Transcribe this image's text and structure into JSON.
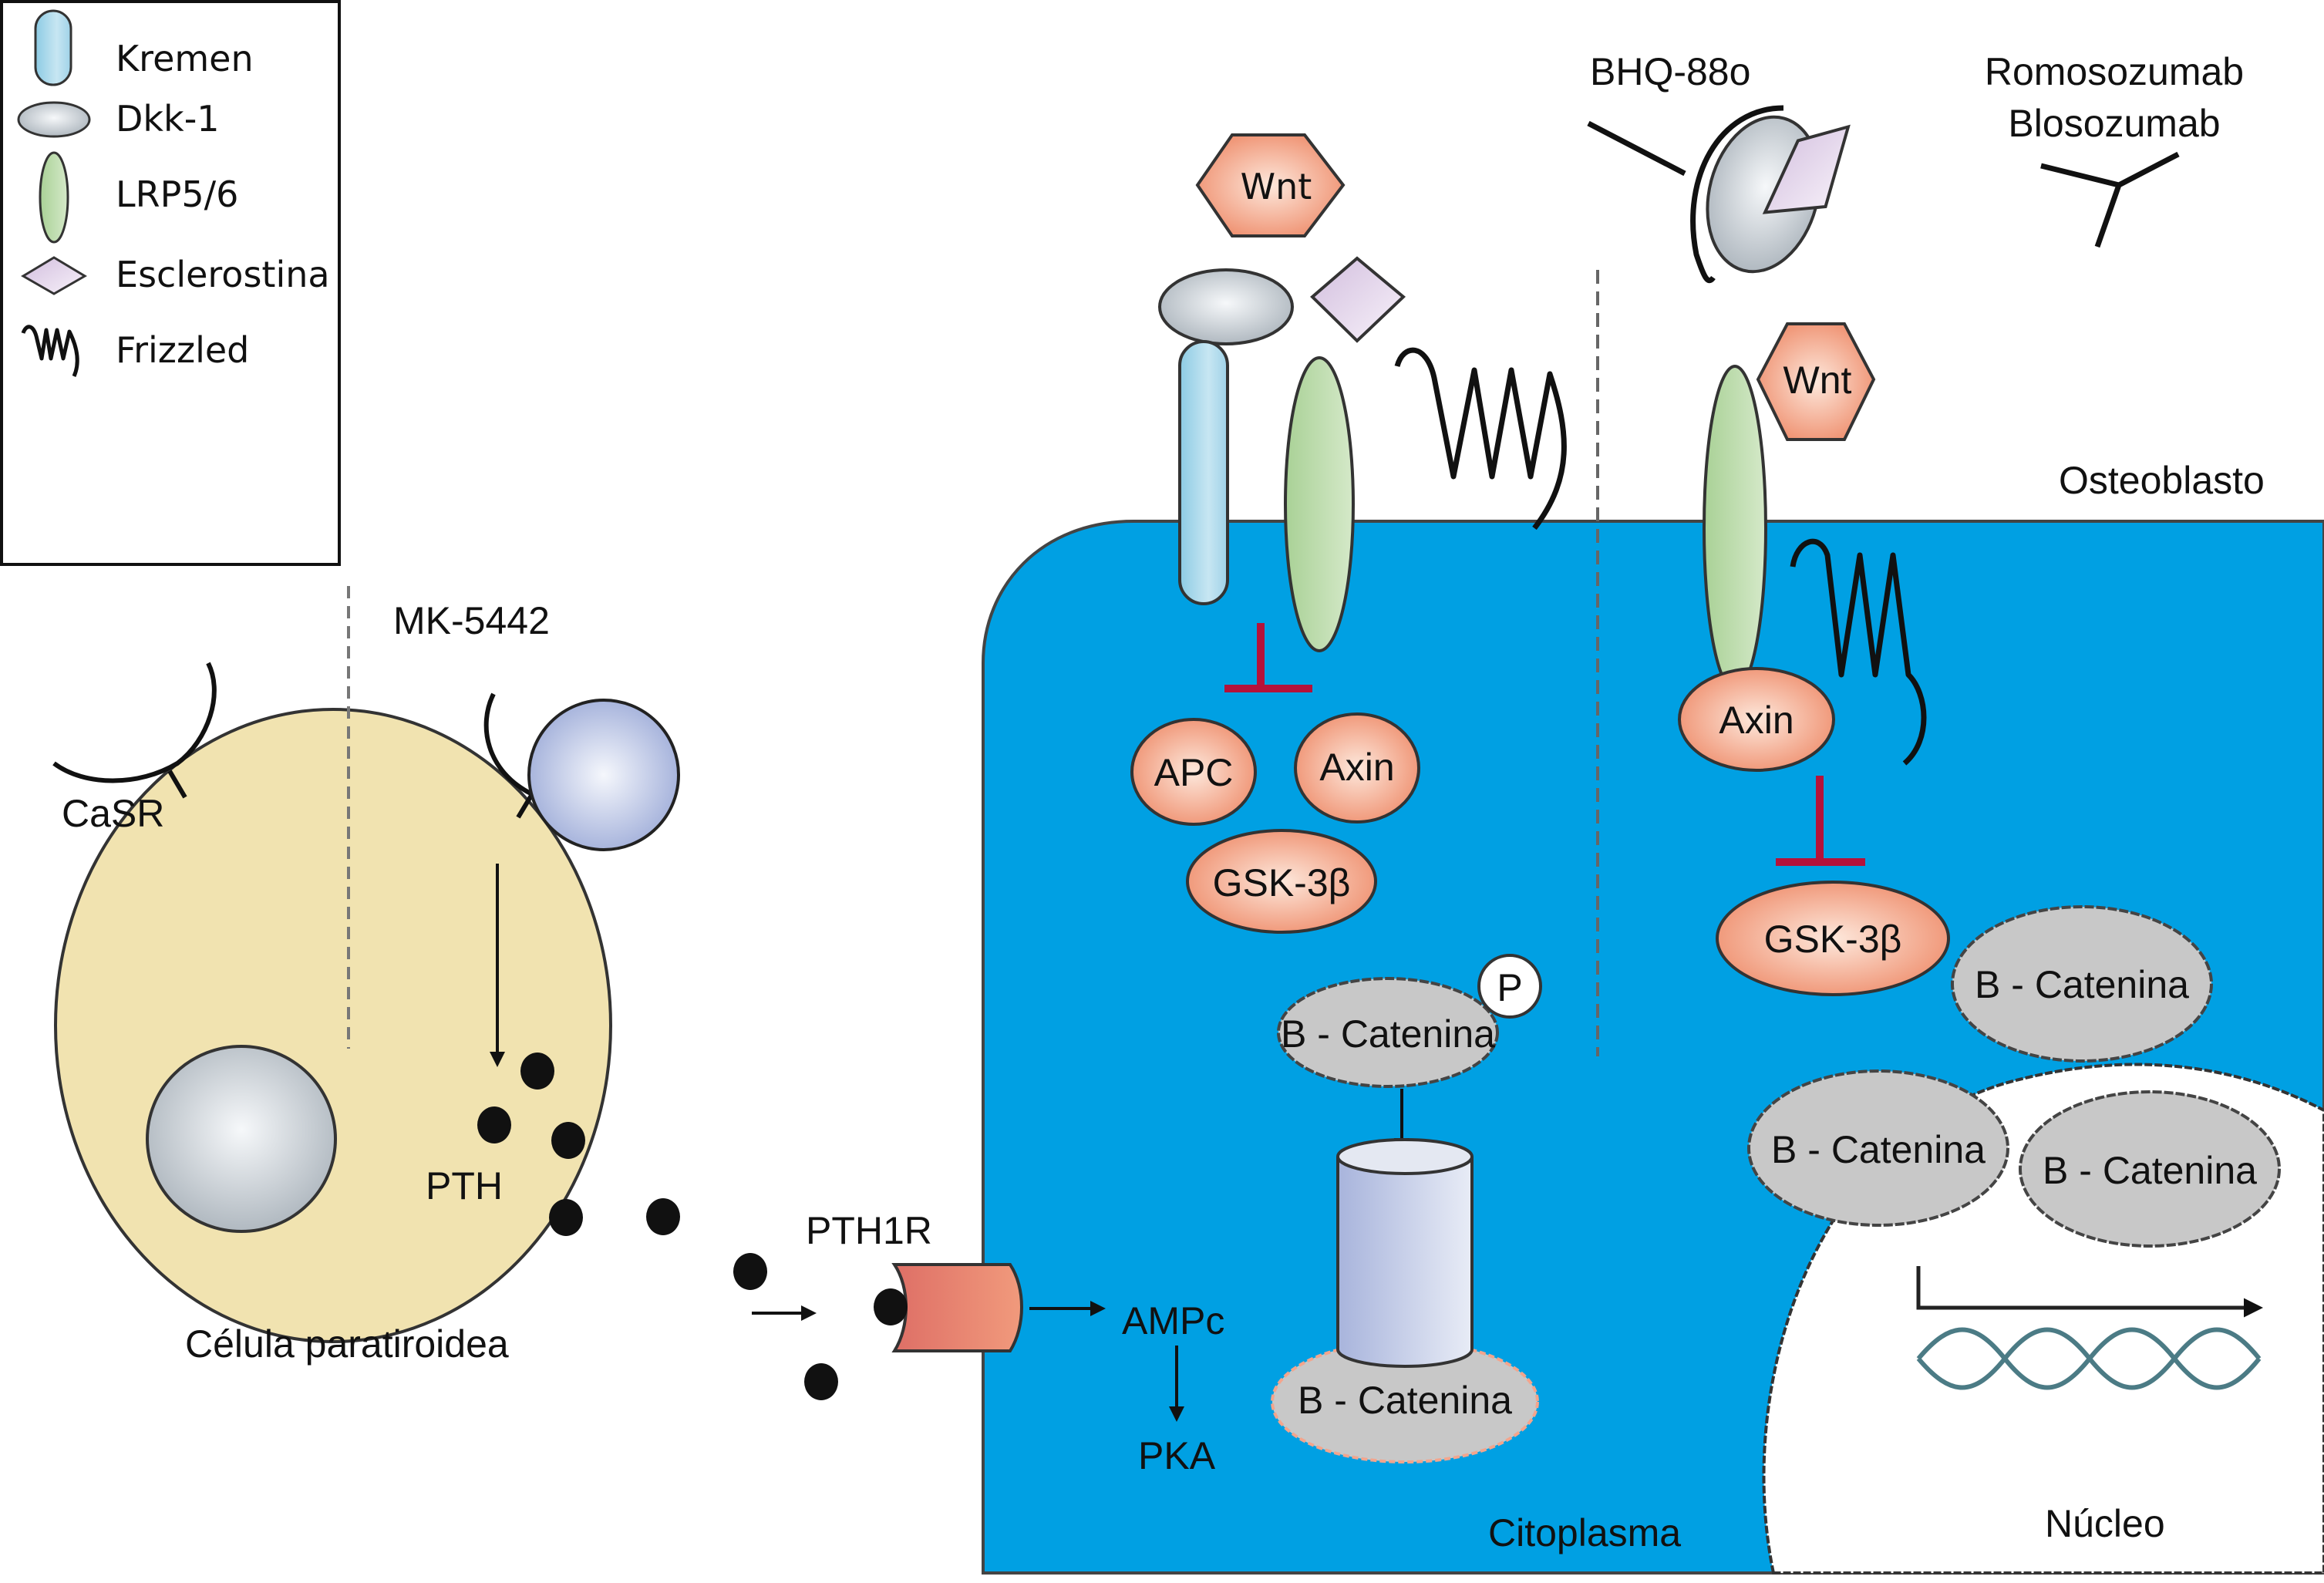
{
  "legend": {
    "items": [
      {
        "label": "Kremen",
        "icon": "kremen-capsule-icon"
      },
      {
        "label": "Dkk-1",
        "icon": "dkk1-ellipse-icon"
      },
      {
        "label": "LRP5/6",
        "icon": "lrp56-ellipse-icon"
      },
      {
        "label": "Esclerostina",
        "icon": "sclerostin-diamond-icon"
      },
      {
        "label": "Frizzled",
        "icon": "frizzled-coil-icon"
      }
    ]
  },
  "parathyroid": {
    "drug": "MK-5442",
    "receptor": "CaSR",
    "hormone": "PTH",
    "cell_label": "Célula paratiroidea"
  },
  "osteoblast": {
    "cell_label": "Osteoblasto",
    "cytoplasm_label": "Citoplasma",
    "nucleus_label": "Núcleo",
    "pth_receptor": "PTH1R",
    "second_messenger": "AMPc",
    "kinase": "PKA",
    "inactive_pathway": {
      "ligand": "Wnt",
      "destruction_complex": [
        "APC",
        "Axin",
        "GSK-3β"
      ],
      "phospho": "P",
      "beta_catenin": "B - Catenina",
      "beta_catenin_degraded": "B - Catenina"
    },
    "active_pathway": {
      "ligand": "Wnt",
      "axin": "Axin",
      "gsk": "GSK-3β",
      "beta_catenin_cyto": "B - Catenina",
      "beta_catenin_nuclear": [
        "B - Catenina",
        "B - Catenina"
      ]
    }
  },
  "drugs": {
    "anti_dkk1": "BHQ-88o",
    "anti_sclerostin": [
      "Romosozumab",
      "Blosozumab"
    ]
  },
  "colors": {
    "cytoplasm": "#00a0e3",
    "parathyroid_cell": "#f1e3b0",
    "orange_protein": "#f19a7c",
    "beta_catenin": "#c8c8c8",
    "inhibition": "#b5123a",
    "kremen": "#a8d8ea",
    "lrp": "#bfdcae",
    "sclerostin": "#dccbe3",
    "dkk1": "#c4ccd3"
  }
}
